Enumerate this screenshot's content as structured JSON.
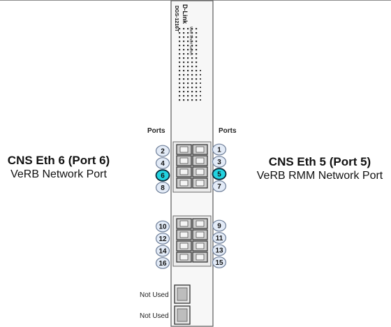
{
  "device": {
    "brand": "D-Link",
    "model": "DGS-1216T",
    "product_line": "Web Smart Switch"
  },
  "left_label": {
    "title": "CNS Eth 6 (Port 6)",
    "subtitle": "VeRB Network Port"
  },
  "right_label": {
    "title": "CNS Eth 5 (Port 5)",
    "subtitle": "VeRB RMM Network Port"
  },
  "ports_header_left": "Ports",
  "ports_header_right": "Ports",
  "left_ports_top": [
    "2",
    "4",
    "6",
    "8"
  ],
  "right_ports_top": [
    "1",
    "3",
    "5",
    "7"
  ],
  "left_ports_bottom": [
    "10",
    "12",
    "14",
    "16"
  ],
  "right_ports_bottom": [
    "9",
    "11",
    "13",
    "15"
  ],
  "highlighted_ports": [
    "5",
    "6"
  ],
  "not_used": [
    "Not Used",
    "Not Used"
  ],
  "colors": {
    "highlight": "#22d3e0",
    "bubble": "#e3ebf7"
  }
}
